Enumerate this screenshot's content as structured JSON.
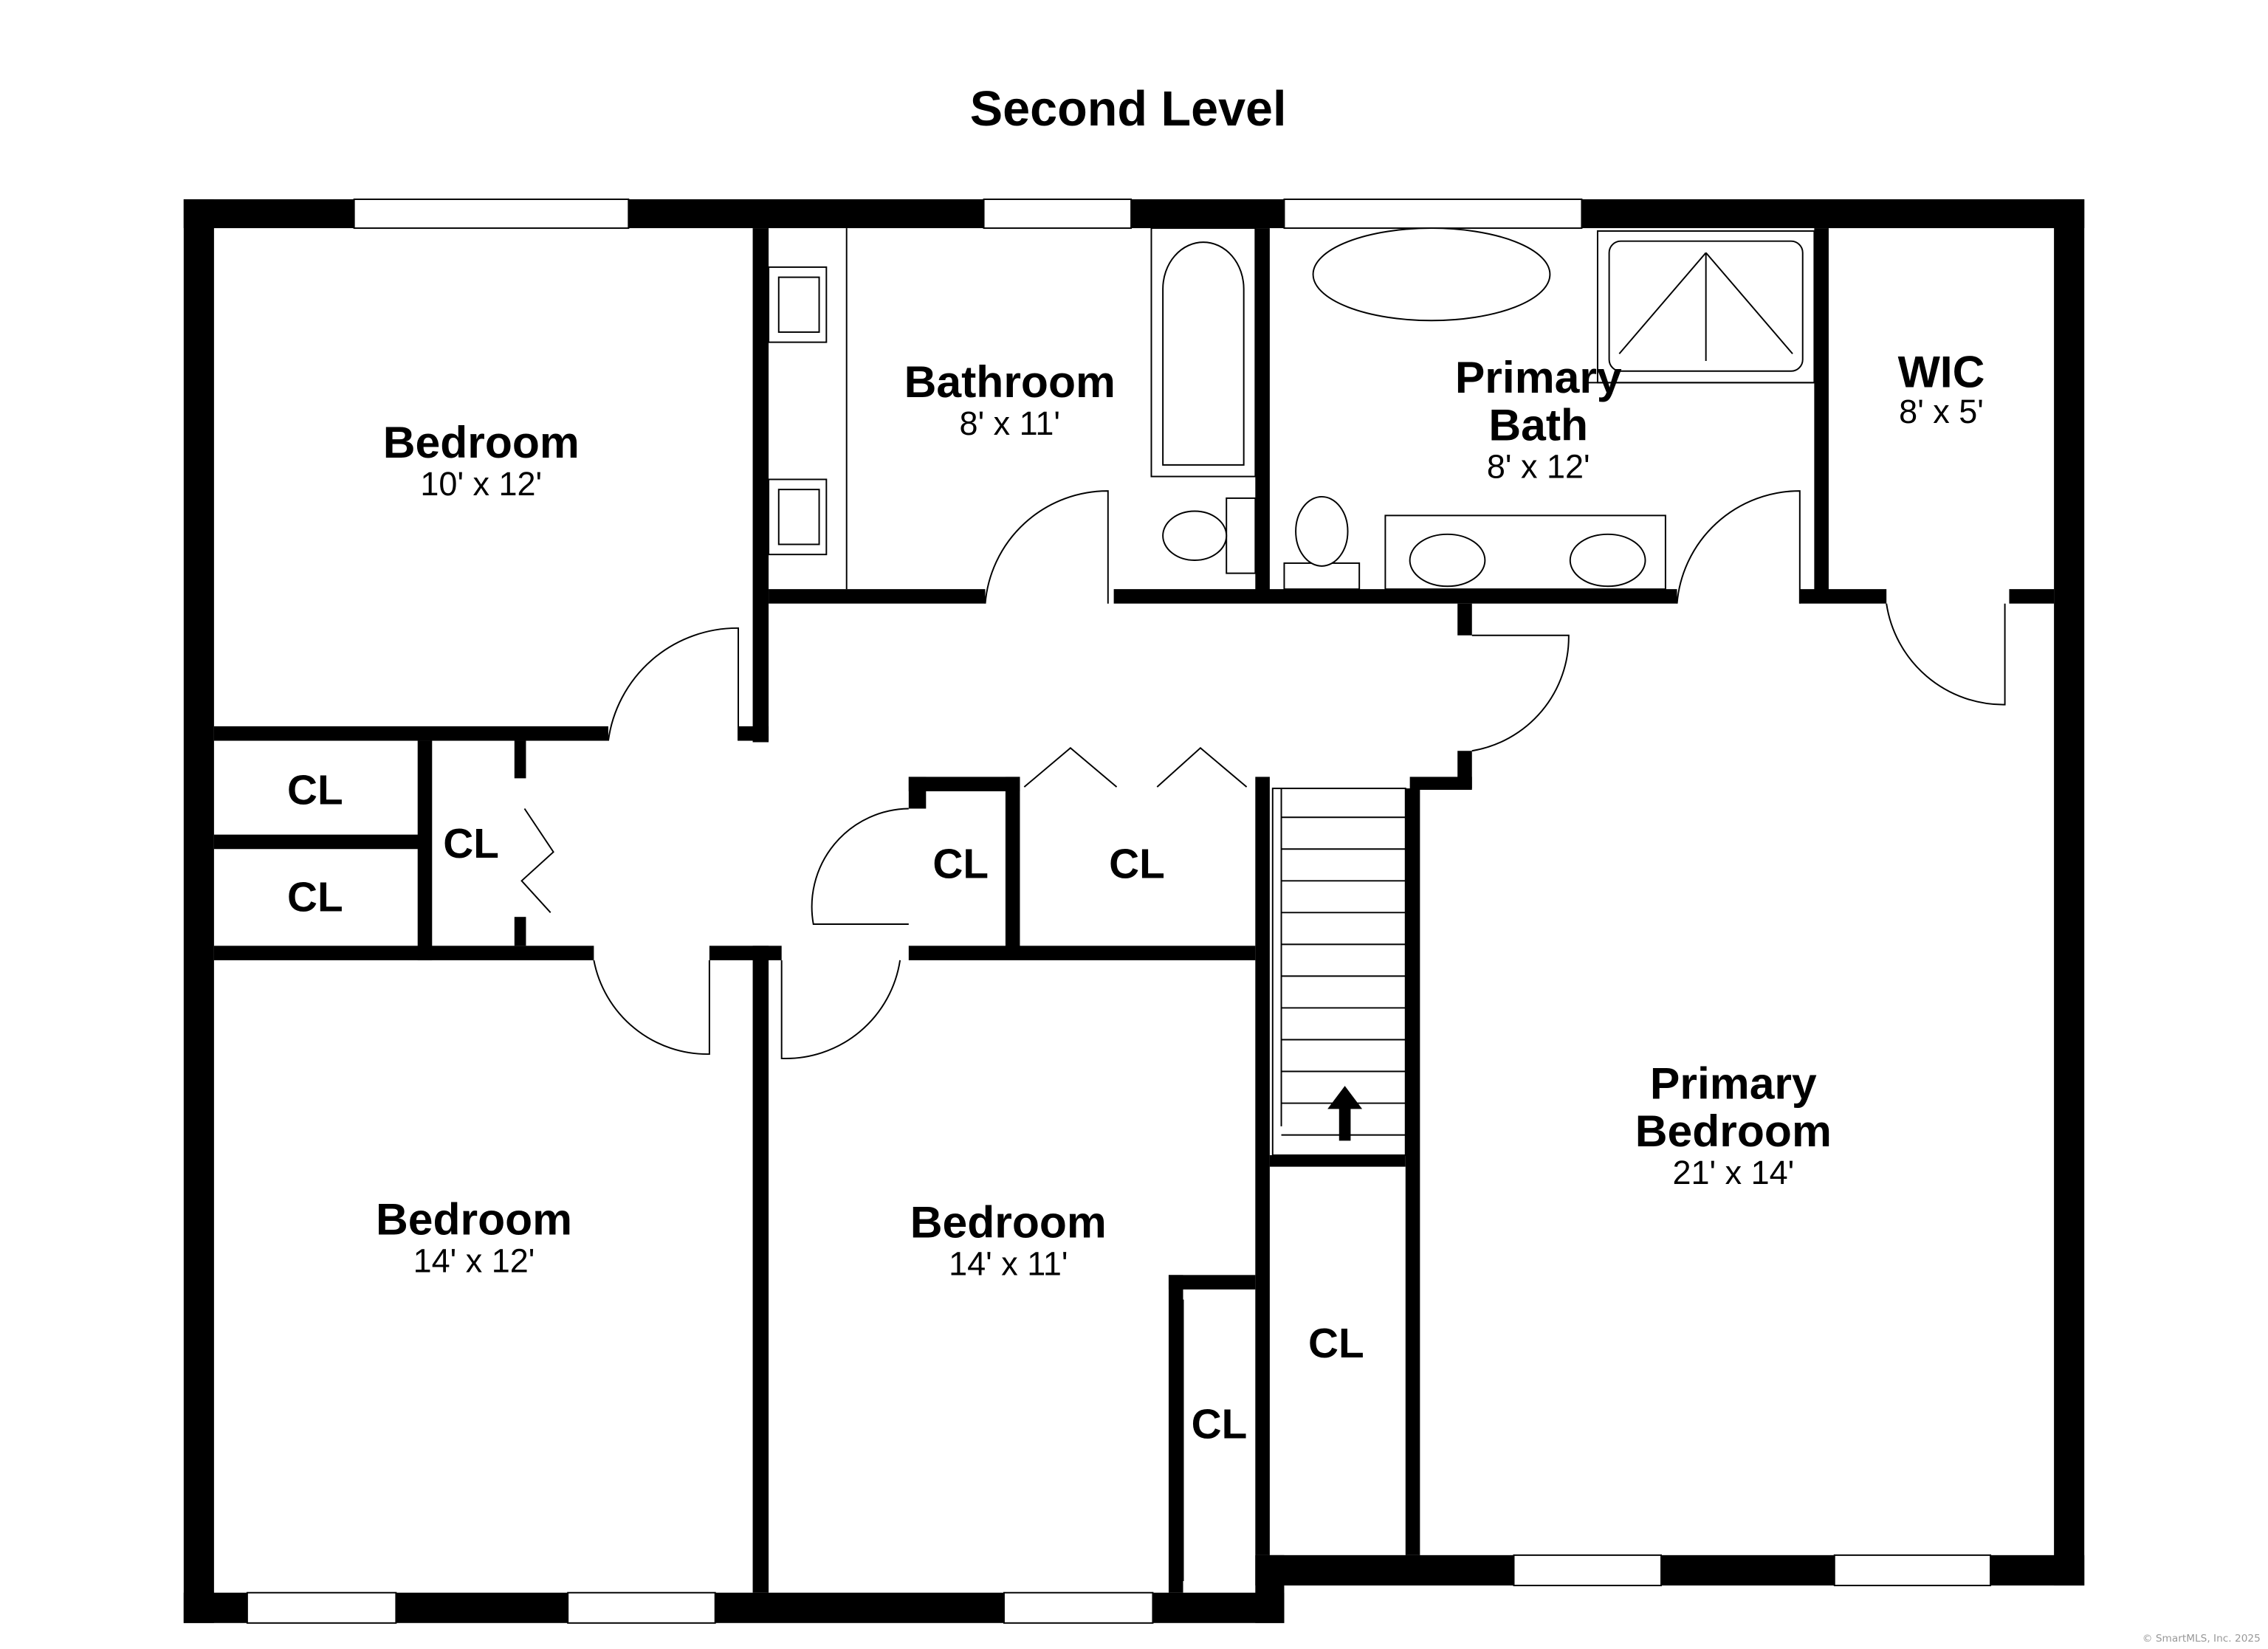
{
  "title": "Second Level",
  "rooms": [
    {
      "name": "Bedroom",
      "dims": "10' x 12'"
    },
    {
      "name": "Bathroom",
      "dims": "8' x 11'"
    },
    {
      "name_line1": "Primary",
      "name_line2": "Bath",
      "dims": "8' x 12'"
    },
    {
      "name": "WIC",
      "dims": "8' x 5'"
    },
    {
      "name": "Bedroom",
      "dims": "14' x 12'"
    },
    {
      "name": "Bedroom",
      "dims": "14' x 11'"
    },
    {
      "name_line1": "Primary",
      "name_line2": "Bedroom",
      "dims": "21' x 14'"
    }
  ],
  "closets": [
    "CL",
    "CL",
    "CL",
    "CL",
    "CL",
    "CL",
    "CL"
  ],
  "icons": {
    "stair_arrow": "arrow-up-icon"
  },
  "watermark": "© SmartMLS, Inc.  2025"
}
